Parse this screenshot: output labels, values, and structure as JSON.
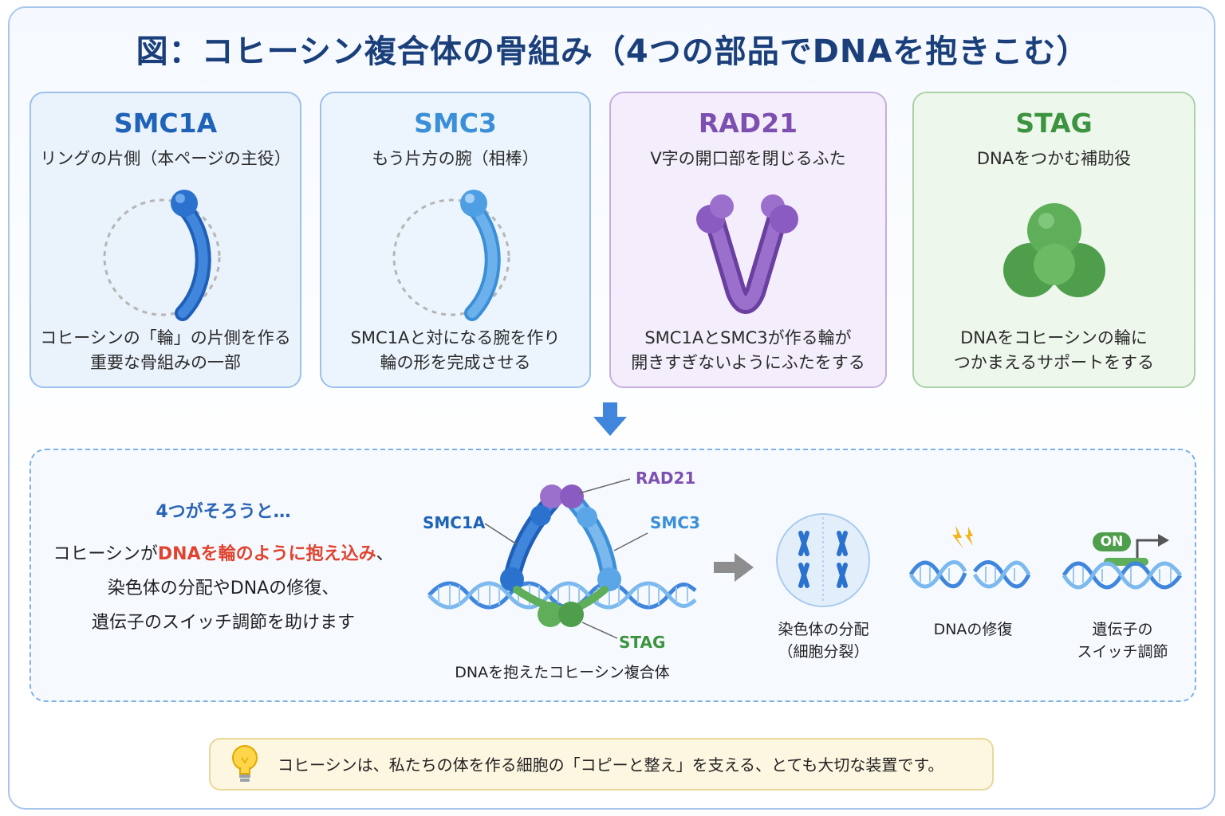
{
  "title": "図：コヒーシン複合体の骨組み（4つの部品でDNAを抱きこむ）",
  "components": [
    {
      "name": "SMC1A",
      "role": "リングの片側（本ページの主役）",
      "desc_line1": "コヒーシンの「輪」の片側を作る",
      "desc_line2": "重要な骨組みの一部",
      "color": "#1f63b8",
      "icon": "smc1a-arm-icon"
    },
    {
      "name": "SMC3",
      "role": "もう片方の腕（相棒）",
      "desc_line1": "SMC1Aと対になる腕を作り",
      "desc_line2": "輪の形を完成させる",
      "color": "#3b8fd8",
      "icon": "smc3-arm-icon"
    },
    {
      "name": "RAD21",
      "role": "V字の開口部を閉じるふた",
      "desc_line1": "SMC1AとSMC3が作る輪が",
      "desc_line2": "開きすぎないようにふたをする",
      "color": "#7d4fb0",
      "icon": "rad21-v-icon"
    },
    {
      "name": "STAG",
      "role": "DNAをつかむ補助役",
      "desc_line1": "DNAをコヒーシンの輪に",
      "desc_line2": "つかまえるサポートをする",
      "color": "#3d9440",
      "icon": "stag-cluster-icon"
    }
  ],
  "summary": {
    "lead": "4つがそろうと…",
    "line1_pre": "コヒーシンが",
    "line1_highlight": "DNAを輪のように抱え込み",
    "line1_post": "、",
    "line2": "染色体の分配やDNAの修復、",
    "line3": "遺伝子のスイッチ調節を助けます"
  },
  "complex": {
    "label_smc1a": "SMC1A",
    "label_smc3": "SMC3",
    "label_rad21": "RAD21",
    "label_stag": "STAG",
    "caption": "DNAを抱えたコヒーシン複合体"
  },
  "functions": [
    {
      "line1": "染色体の分配",
      "line2": "（細胞分裂）",
      "icon": "cell-division-icon"
    },
    {
      "line1": "DNAの修復",
      "line2": "",
      "icon": "dna-repair-icon"
    },
    {
      "line1": "遺伝子の",
      "line2": "スイッチ調節",
      "icon": "gene-switch-icon",
      "badge": "ON"
    }
  ],
  "tip": {
    "text": "コヒーシンは、私たちの体を作る細胞の「コピーと整え」を支える、とても大切な装置です。",
    "icon": "lightbulb-icon"
  }
}
